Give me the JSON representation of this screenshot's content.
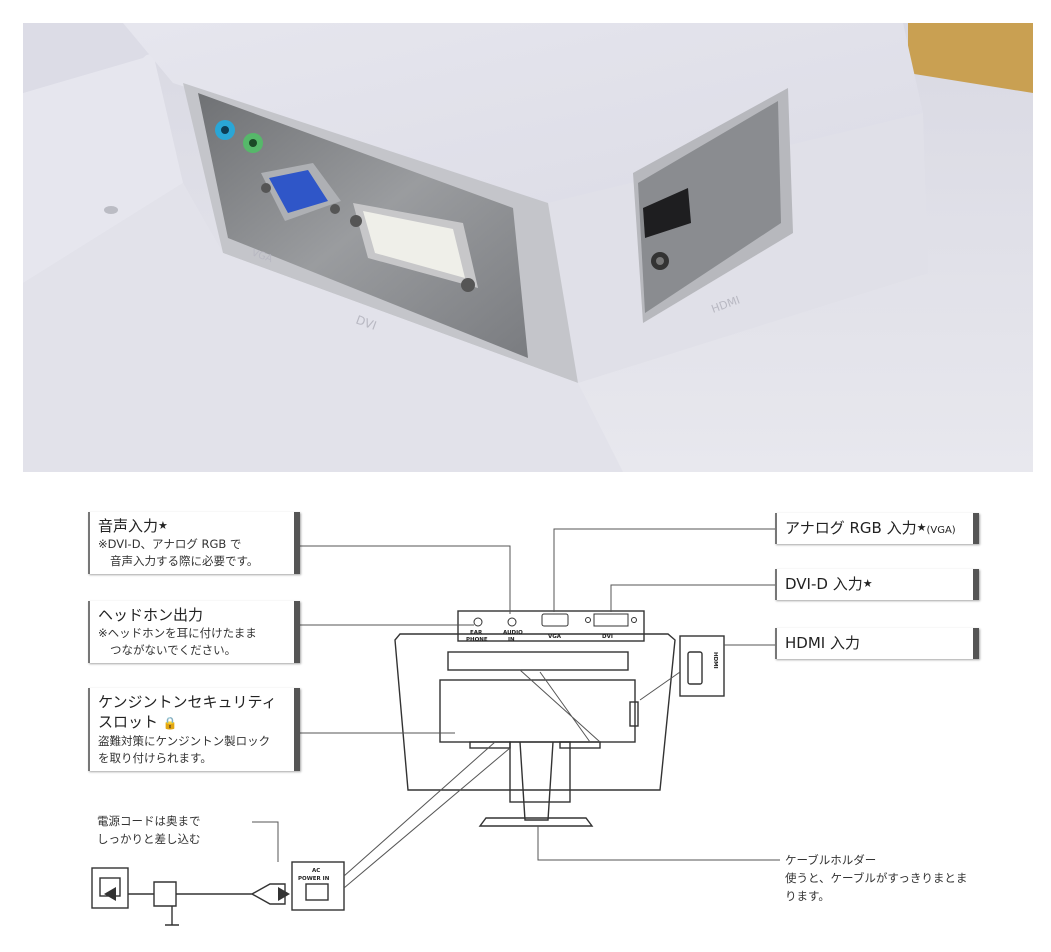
{
  "photo": {
    "labels": {
      "vga": "VGA",
      "dvi": "DVI",
      "hdmi": "HDMI"
    }
  },
  "callouts": {
    "audio_in": {
      "title": "音声入力",
      "star": "★",
      "note_line1": "※DVI-D、アナログ RGB で",
      "note_line2": "音声入力する際に必要です。"
    },
    "headphone": {
      "title": "ヘッドホン出力",
      "note_line1": "※ヘッドホンを耳に付けたまま",
      "note_line2": "つながないでください。"
    },
    "kensington": {
      "title_line1": "ケンジントンセキュリティ",
      "title_line2": "スロット",
      "lock_glyph": "🔒",
      "note_line1": "盗難対策にケンジントン製ロック",
      "note_line2": "を取り付けられます。"
    },
    "analog_rgb": {
      "title": "アナログ RGB 入力",
      "star": "★",
      "suffix": "(VGA)"
    },
    "dvi_d": {
      "title": "DVI-D 入力",
      "star": "★"
    },
    "hdmi": {
      "title": "HDMI 入力"
    }
  },
  "power_note": {
    "line1": "電源コードは奥まで",
    "line2": "しっかりと差し込む"
  },
  "cable_holder": {
    "title": "ケーブルホルダー",
    "line1": "使うと、ケーブルがすっきりまとま",
    "line2": "ります。"
  },
  "panel_labels": {
    "ear": "EAR",
    "phone": "PHONE",
    "audio": "AUDIO",
    "in": "IN",
    "vga": "VGA",
    "dvi": "DVI",
    "hdmi": "HDMI",
    "ac": "AC",
    "power_in": "POWER IN"
  },
  "colors": {
    "bezel": "#e4e4ea",
    "panel_metal": "#8d8f92",
    "vga_blue": "#2f56c8",
    "audio_blue": "#2aa6d6",
    "audio_green": "#56b86a",
    "wood": "#c9a052"
  }
}
